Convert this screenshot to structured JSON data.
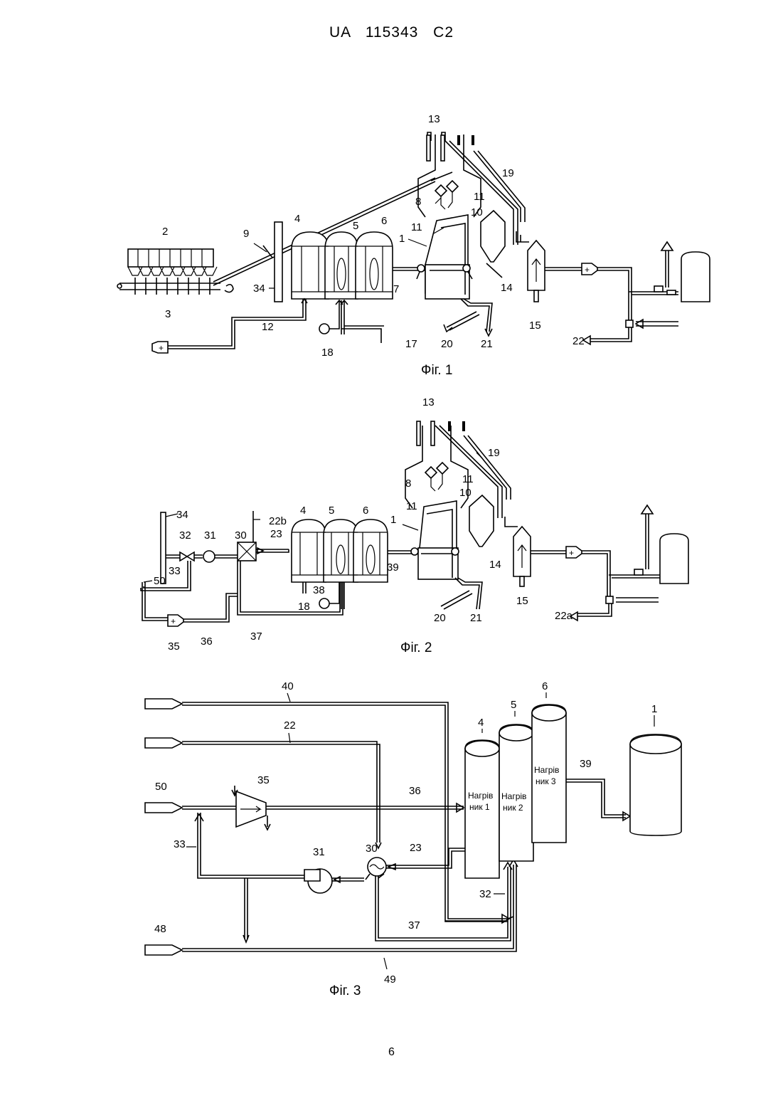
{
  "header": {
    "text": "UA   115343   C2"
  },
  "page_number": "6",
  "fig1": {
    "caption": "Фіг. 1",
    "labels": {
      "l2": "2",
      "l3": "3",
      "l4": "4",
      "l5": "5",
      "l6": "6",
      "l7": "7",
      "l8": "8",
      "l9": "9",
      "l10": "10",
      "l11a": "11",
      "l11b": "11",
      "l12": "12",
      "l13": "13",
      "l14": "14",
      "l15": "15",
      "l17": "17",
      "l18": "18",
      "l19": "19",
      "l20": "20",
      "l21": "21",
      "l22": "22",
      "l34": "34",
      "l1": "1"
    }
  },
  "fig2": {
    "caption": "Фіг. 2",
    "labels": {
      "l1": "1",
      "l4": "4",
      "l5": "5",
      "l6": "6",
      "l8": "8",
      "l10": "10",
      "l11a": "11",
      "l11b": "11",
      "l13": "13",
      "l14": "14",
      "l15": "15",
      "l18": "18",
      "l19": "19",
      "l20": "20",
      "l21": "21",
      "l22a": "22a",
      "l22b": "22b",
      "l23": "23",
      "l30": "30",
      "l31": "31",
      "l32": "32",
      "l33": "33",
      "l34": "34",
      "l35": "35",
      "l36": "36",
      "l37": "37",
      "l38": "38",
      "l39": "39",
      "l50": "50"
    }
  },
  "fig3": {
    "caption": "Фіг. 3",
    "labels": {
      "l40": "40",
      "l22": "22",
      "l50": "50",
      "l48": "48",
      "l35": "35",
      "l36": "36",
      "l33": "33",
      "l31": "31",
      "l30": "30",
      "l23": "23",
      "l32": "32",
      "l37": "37",
      "l49": "49",
      "l39": "39",
      "l4": "4",
      "l5": "5",
      "l6": "6",
      "l1": "1"
    },
    "heater1": [
      "Нагрів",
      "ник 1"
    ],
    "heater2": [
      "Нагрів",
      "ник 2"
    ],
    "heater3": [
      "Нагрів",
      "ник 3"
    ]
  }
}
